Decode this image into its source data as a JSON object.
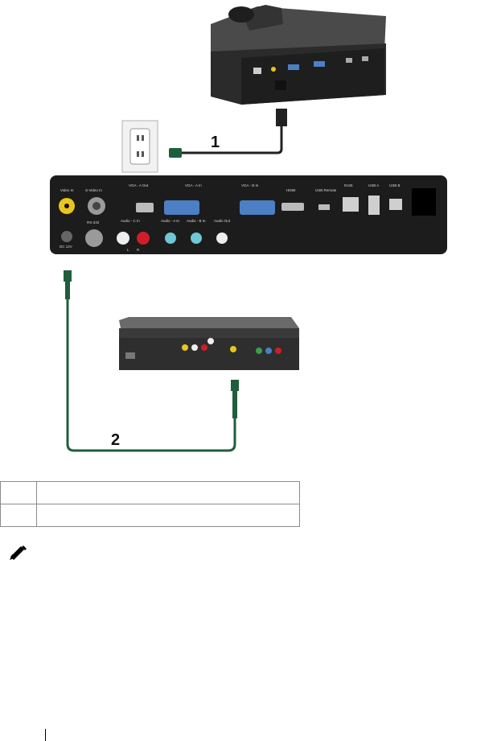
{
  "callouts": {
    "cable_1": "1",
    "cable_2": "2"
  },
  "panel_labels": {
    "video_in": "Video In",
    "s_video_in": "S-Video In",
    "vga_a_out": "VGA - A\nOut",
    "vga_a_in": "VGA - A\nIn",
    "vga_b_in": "VGA - B\nIn",
    "hdmi": "HDMI",
    "usb_remote": "USB Remote",
    "rj45": "RJ45",
    "usb_a": "USB A",
    "usb_b": "USB B",
    "rs232": "RS-232",
    "audio_c_in": "Audio - C In",
    "audio_a_in": "Audio - A\nIn",
    "audio_b_in": "Audio - B\nIn",
    "audio_out": "Audio Out",
    "dc_12v": "DC 12V",
    "left": "L",
    "right": "R"
  },
  "legend": {
    "rows": [
      {
        "number": "",
        "description": ""
      },
      {
        "number": "",
        "description": ""
      }
    ]
  },
  "colors": {
    "cable_green": "#1f5e3c",
    "panel_black": "#1c1c1c",
    "vga_blue": "#4d7fc4",
    "rca_yellow": "#e8c61b",
    "rca_red": "#d11d2a",
    "audio_teal": "#6ec7d6"
  },
  "icons": [
    "projector",
    "wall-outlet",
    "power-plug",
    "rca-plug",
    "dvd-player",
    "note-pencil-icon"
  ]
}
